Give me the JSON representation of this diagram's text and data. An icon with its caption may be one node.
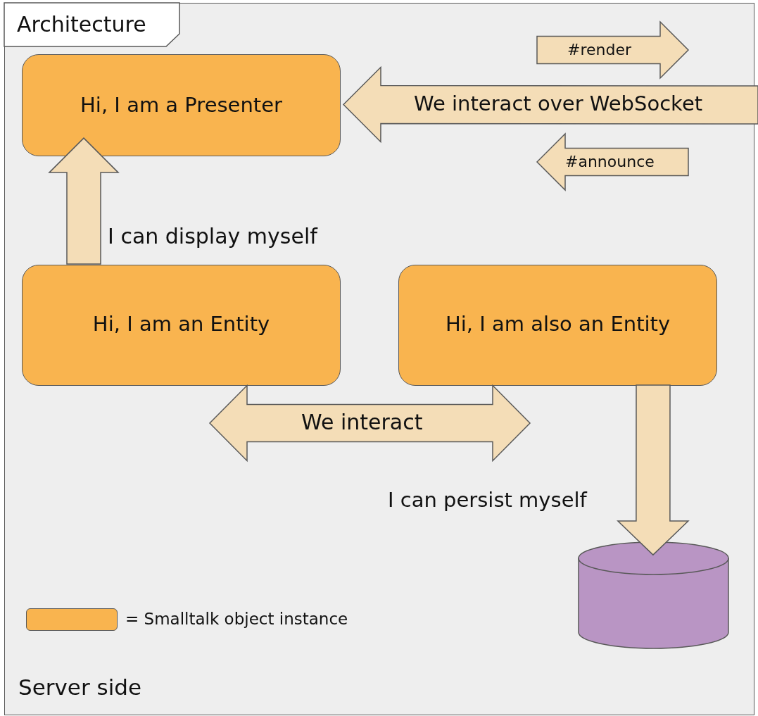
{
  "diagram": {
    "nodes": [
      {
        "text": [
          "Architecture",
          "Server side"
        ]
      },
      {
        "text": [
          "Hi, I am a Presenter"
        ],
        "in": 0
      },
      {
        "text": [
          "Hi, I am an Entity"
        ],
        "in": 0
      },
      {
        "text": [
          "Hi, I am also an Entity"
        ],
        "in": 0
      },
      {
        "text": [],
        "shape": "cylinder",
        "in": 0
      }
    ],
    "edges": [
      {
        "from": 2,
        "to": 1,
        "arrow": "to",
        "label": "I can display myself",
        "style": "thick"
      },
      {
        "from": null,
        "to": 1,
        "arrow": "to",
        "label": "We interact over WebSocket",
        "style": "thick"
      },
      {
        "from": 2,
        "to": 3,
        "arrow": "both",
        "label": "We interact",
        "style": "thick"
      },
      {
        "from": 3,
        "to": 4,
        "arrow": "to",
        "label": "I can persist myself",
        "style": "thick"
      }
    ],
    "labels": [
      "#render",
      "#announce"
    ],
    "legend": [
      {
        "text": "= Smalltalk object instance",
        "color": "#f9b44f"
      }
    ]
  }
}
